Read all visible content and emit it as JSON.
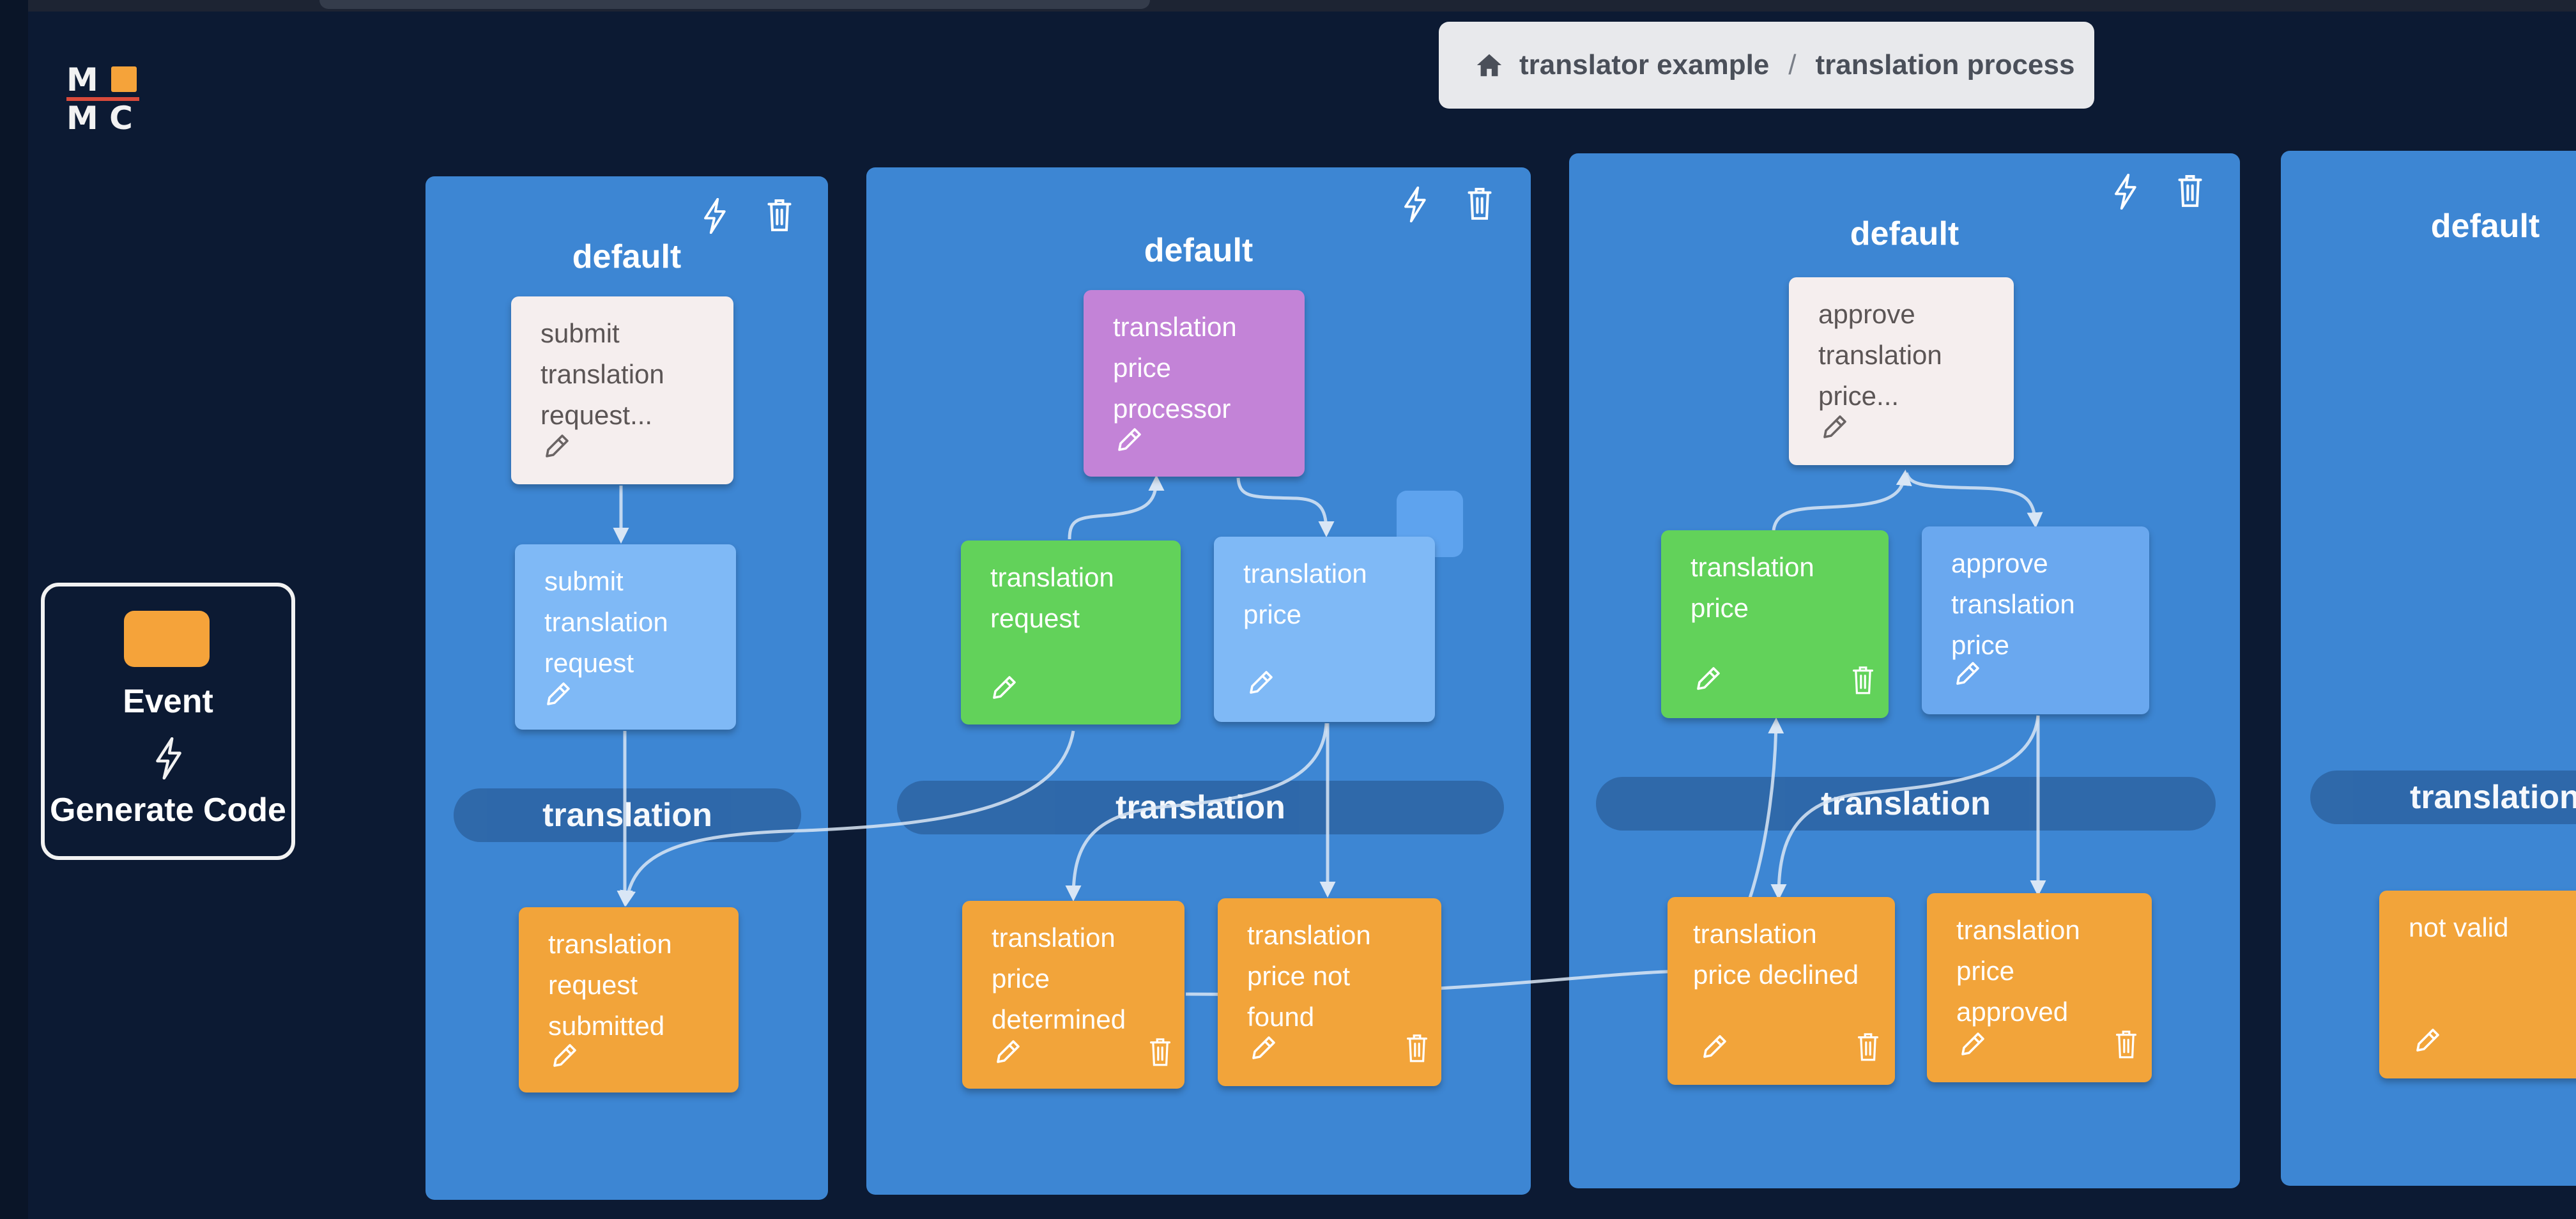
{
  "breadcrumb": {
    "items": [
      "translator example",
      "translation process"
    ],
    "separator": "/"
  },
  "logo": {
    "line1": "M",
    "line2": "M C"
  },
  "palette": {
    "event_label": "Event",
    "generate_label": "Generate Code"
  },
  "columns": [
    {
      "heading": "default",
      "lane": "translation",
      "cards": [
        {
          "text": "submit\ntranslation\nrequest...",
          "color": "#f5eeee"
        },
        {
          "text": "submit\ntranslation\nrequest",
          "color": "#7fb9f6"
        },
        {
          "text": "translation\nrequest\nsubmitted",
          "color": "#f2a43a"
        }
      ]
    },
    {
      "heading": "default",
      "lane": "translation",
      "cards": [
        {
          "text": "translation\nprice\nprocessor",
          "color": "#c383d7"
        },
        {
          "text": "translation\nrequest",
          "color": "#62d25a"
        },
        {
          "text": "translation\nprice",
          "color": "#7fb9f6"
        },
        {
          "text": "translation\nprice\ndetermined",
          "color": "#f2a43a"
        },
        {
          "text": "translation\nprice not\nfound",
          "color": "#f2a43a"
        }
      ]
    },
    {
      "heading": "default",
      "lane": "translation",
      "cards": [
        {
          "text": "approve\ntranslation\nprice...",
          "color": "#f5eeee"
        },
        {
          "text": "translation\nprice",
          "color": "#62d25a"
        },
        {
          "text": "approve\ntranslation\nprice",
          "color": "#6aa8ef"
        },
        {
          "text": "translation\nprice declined",
          "color": "#f2a43a"
        },
        {
          "text": "translation\nprice\napproved",
          "color": "#f2a43a"
        }
      ]
    },
    {
      "heading": "default",
      "lane": "translation",
      "cards": [
        {
          "text": "not valid",
          "color": "#f2a43a"
        }
      ]
    }
  ],
  "icons": {
    "column_actions": [
      "bolt-icon",
      "trash-icon"
    ],
    "card_edit": "pencil-icon",
    "card_delete": "trash-icon",
    "home": "home-icon"
  }
}
